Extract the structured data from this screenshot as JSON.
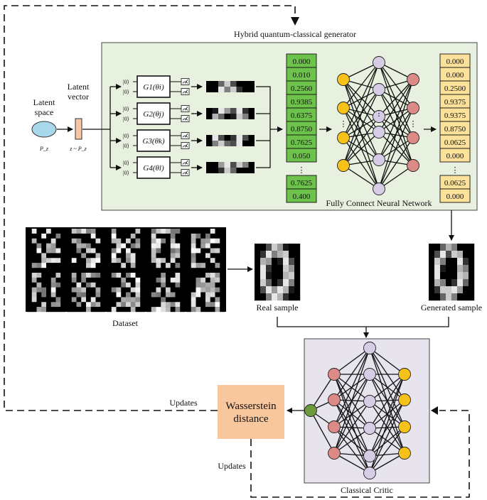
{
  "generator": {
    "title": "Hybrid quantum-classical generator",
    "latent_space": {
      "line1": "Latent",
      "line2": "space",
      "symbol": "P_z"
    },
    "latent_vector": {
      "line1": "Latent",
      "line2": "vector",
      "symbol": "z ~ P_z"
    },
    "circuits": [
      {
        "gate": "G1(θi)"
      },
      {
        "gate": "G2(θj)"
      },
      {
        "gate": "G3(θk)"
      },
      {
        "gate": "G4(θl)"
      }
    ],
    "qubit_ket": "|0⟩",
    "raw_values": [
      "0.000",
      "0.010",
      "0.2560",
      "0.9385",
      "0.6375",
      "0.8750",
      "0.7625",
      "0.050",
      "⋮",
      "0.7625",
      "0.400"
    ],
    "network_label": "Fully Connect Neural Network",
    "output_values": [
      "0.000",
      "0.000",
      "0.2500",
      "0.9375",
      "0.9375",
      "0.8750",
      "0.0625",
      "0.000",
      "⋮",
      "0.0625",
      "0.000"
    ]
  },
  "dataset_label": "Dataset",
  "real_sample_label": "Real sample",
  "generated_sample_label": "Generated sample",
  "critic_label": "Classical Critic",
  "wasserstein": {
    "line1": "Wasserstein",
    "line2": "distance"
  },
  "updates_top": "Updates",
  "updates_bottom": "Updates",
  "colors": {
    "panel_bg": "#e8f1df",
    "raw_cell": "#6cc24a",
    "out_cell": "#fbe19a",
    "node_yellow": "#f6c21a",
    "node_lilac": "#d6cce6",
    "node_red": "#dc8a85",
    "node_green": "#6b9a3a",
    "wasserstein_box": "#f9c79e",
    "critic_bg": "#e7e4ee",
    "latent_ellipse": "#a8d8ec",
    "latent_vector": "#f7c6a6"
  }
}
